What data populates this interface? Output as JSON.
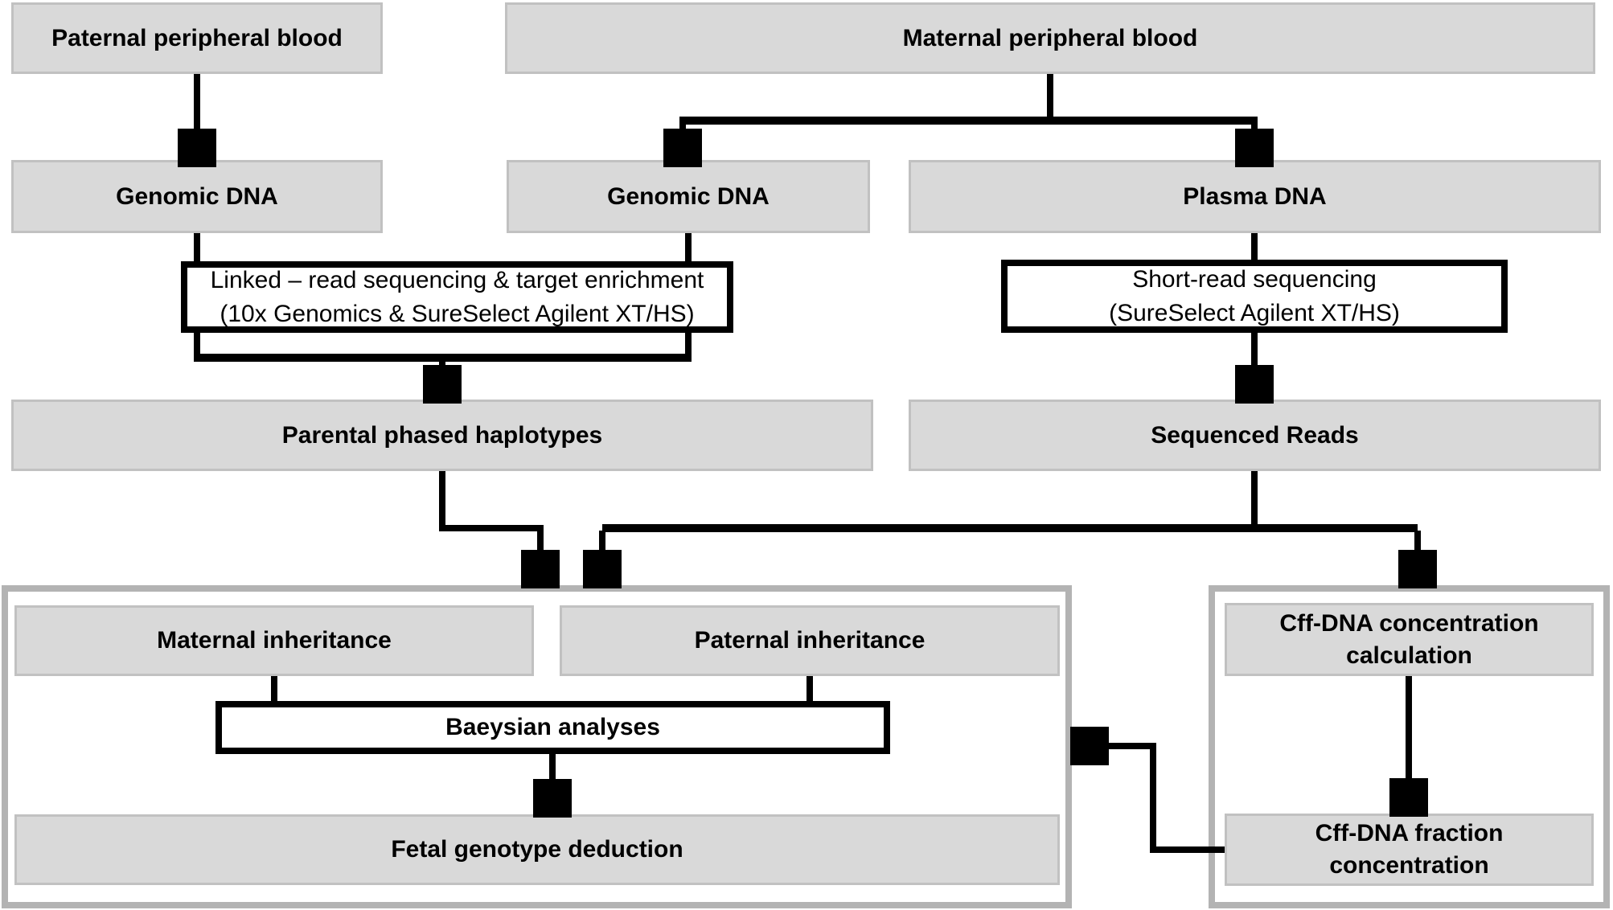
{
  "diagram_type": "flowchart",
  "nodes": {
    "paternal_blood": {
      "label": "Paternal peripheral blood"
    },
    "maternal_blood": {
      "label": "Maternal peripheral blood"
    },
    "genomic_dna_paternal": {
      "label": "Genomic DNA"
    },
    "genomic_dna_maternal": {
      "label": "Genomic DNA"
    },
    "plasma_dna": {
      "label": "Plasma DNA"
    },
    "linked_read_seq": {
      "lines": [
        "Linked – read sequencing & target enrichment",
        "(10x Genomics & SureSelect Agilent XT/HS)"
      ]
    },
    "short_read_seq": {
      "lines": [
        "Short-read sequencing",
        "(SureSelect Agilent XT/HS)"
      ]
    },
    "parental_haplotypes": {
      "label": "Parental phased haplotypes"
    },
    "sequenced_reads": {
      "label": "Sequenced Reads"
    },
    "maternal_inheritance": {
      "label": "Maternal inheritance"
    },
    "paternal_inheritance": {
      "label": "Paternal inheritance"
    },
    "bayesian_analyses": {
      "label": "Baeysian analyses"
    },
    "fetal_genotype": {
      "label": "Fetal genotype deduction"
    },
    "cff_concentration": {
      "lines": [
        "Cff-DNA concentration",
        "calculation"
      ]
    },
    "cff_fraction": {
      "lines": [
        "Cff-DNA fraction",
        "concentration"
      ]
    }
  },
  "colors": {
    "node_fill": "#d9d9d9",
    "node_border": "#c1c1c1",
    "process_fill": "#ffffff",
    "process_border": "#000000",
    "container_border": "#b3b3b3",
    "arrow": "#000000",
    "text": "#000000",
    "background": "#ffffff"
  }
}
